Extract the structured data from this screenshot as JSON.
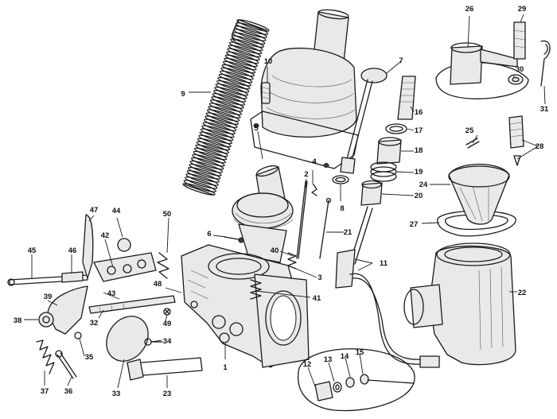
{
  "callouts": [
    {
      "id": "c1",
      "text": "1"
    },
    {
      "id": "c2",
      "text": "2"
    },
    {
      "id": "c3",
      "text": "3"
    },
    {
      "id": "c4",
      "text": "4"
    },
    {
      "id": "c5",
      "text": "5"
    },
    {
      "id": "c6",
      "text": "6"
    },
    {
      "id": "c7",
      "text": "7"
    },
    {
      "id": "c8",
      "text": "8"
    },
    {
      "id": "c9",
      "text": "9"
    },
    {
      "id": "c10",
      "text": "10"
    },
    {
      "id": "c11",
      "text": "11"
    },
    {
      "id": "c12",
      "text": "12"
    },
    {
      "id": "c13",
      "text": "13"
    },
    {
      "id": "c14",
      "text": "14"
    },
    {
      "id": "c15",
      "text": "15"
    },
    {
      "id": "c16",
      "text": "16"
    },
    {
      "id": "c17",
      "text": "17"
    },
    {
      "id": "c18",
      "text": "18"
    },
    {
      "id": "c19",
      "text": "19"
    },
    {
      "id": "c20",
      "text": "20"
    },
    {
      "id": "c21",
      "text": "21"
    },
    {
      "id": "c22",
      "text": "22"
    },
    {
      "id": "c23",
      "text": "23"
    },
    {
      "id": "c24",
      "text": "24"
    },
    {
      "id": "c25",
      "text": "25"
    },
    {
      "id": "c26",
      "text": "26"
    },
    {
      "id": "c27",
      "text": "27"
    },
    {
      "id": "c28",
      "text": "28"
    },
    {
      "id": "c29",
      "text": "29"
    },
    {
      "id": "c30",
      "text": "30"
    },
    {
      "id": "c31",
      "text": "31"
    },
    {
      "id": "c32",
      "text": "32"
    },
    {
      "id": "c33",
      "text": "33"
    },
    {
      "id": "c34",
      "text": "34"
    },
    {
      "id": "c35",
      "text": "35"
    },
    {
      "id": "c36",
      "text": "36"
    },
    {
      "id": "c37",
      "text": "37"
    },
    {
      "id": "c38",
      "text": "38"
    },
    {
      "id": "c39",
      "text": "39"
    },
    {
      "id": "c40",
      "text": "40"
    },
    {
      "id": "c41",
      "text": "41"
    },
    {
      "id": "c42",
      "text": "42"
    },
    {
      "id": "c43",
      "text": "43"
    },
    {
      "id": "c44",
      "text": "44"
    },
    {
      "id": "c45",
      "text": "45"
    },
    {
      "id": "c46",
      "text": "46"
    },
    {
      "id": "c47",
      "text": "47"
    },
    {
      "id": "c48",
      "text": "48"
    },
    {
      "id": "c49",
      "text": "49"
    },
    {
      "id": "c50",
      "text": "50"
    }
  ]
}
